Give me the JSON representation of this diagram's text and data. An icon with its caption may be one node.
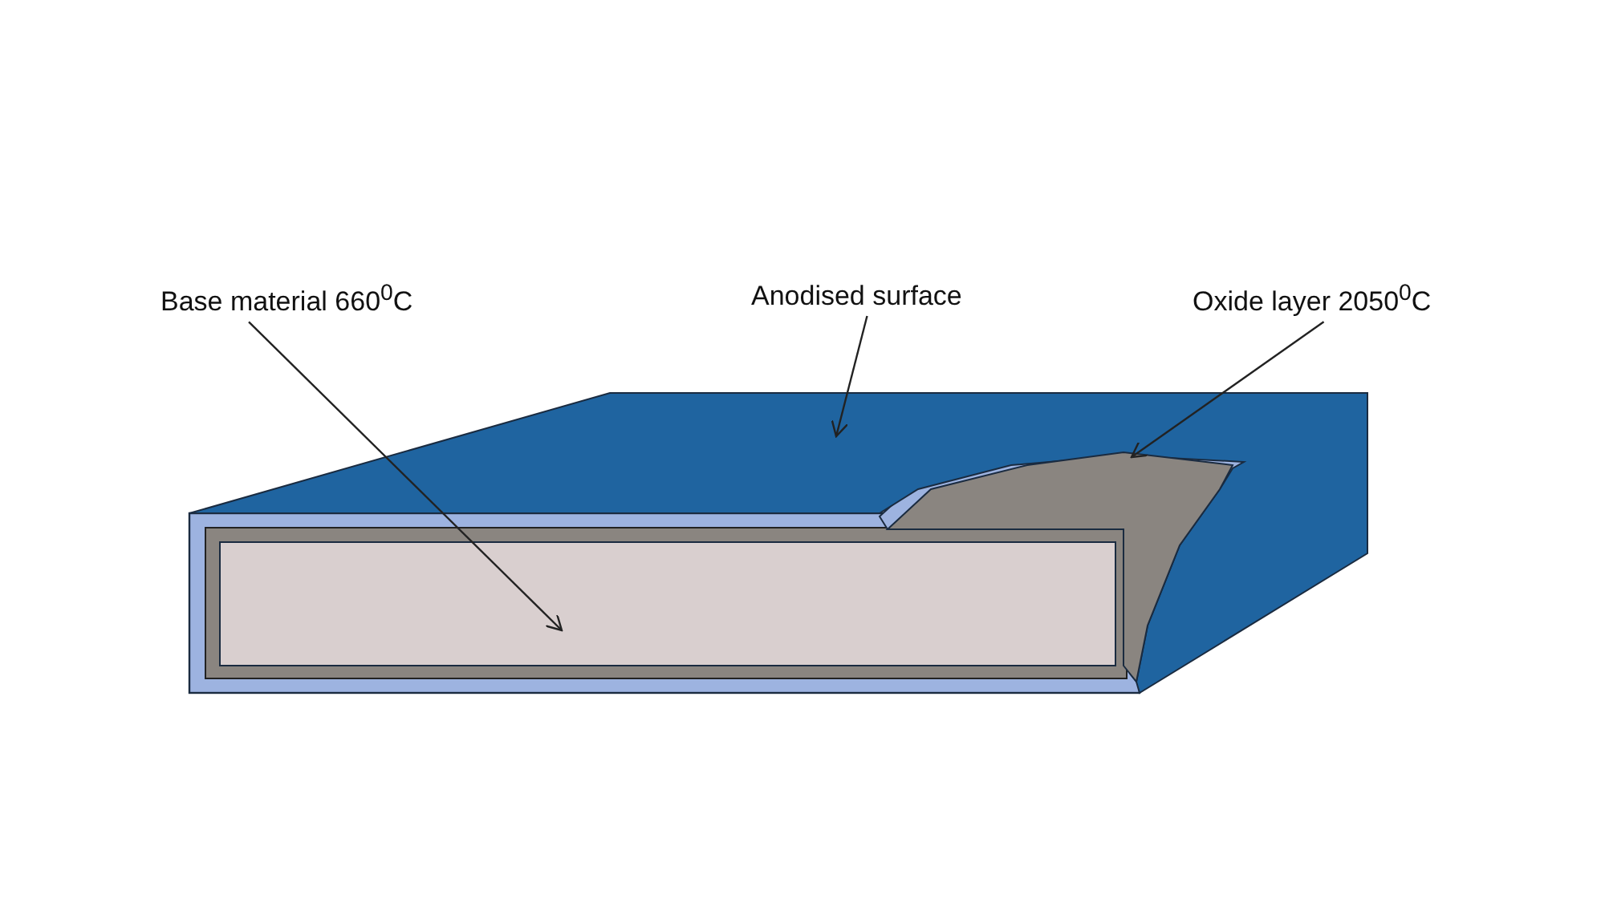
{
  "diagram": {
    "nodes": [
      {
        "text": [
          "Base material 660$^{0}$C"
        ]
      },
      {
        "text": [
          "Anodised surface"
        ]
      },
      {
        "text": [
          "Oxide layer 2050$^{0}$C"
        ]
      },
      {
        "text": [],
        "shape": "box"
      },
      {
        "text": [],
        "shape": "box"
      },
      {
        "text": [],
        "shape": "box"
      }
    ],
    "edges": [
      {
        "from": 0,
        "to": 3,
        "arrow": "to"
      },
      {
        "from": 1,
        "to": 4,
        "arrow": "to"
      },
      {
        "from": 2,
        "to": 5,
        "arrow": "to"
      }
    ]
  }
}
